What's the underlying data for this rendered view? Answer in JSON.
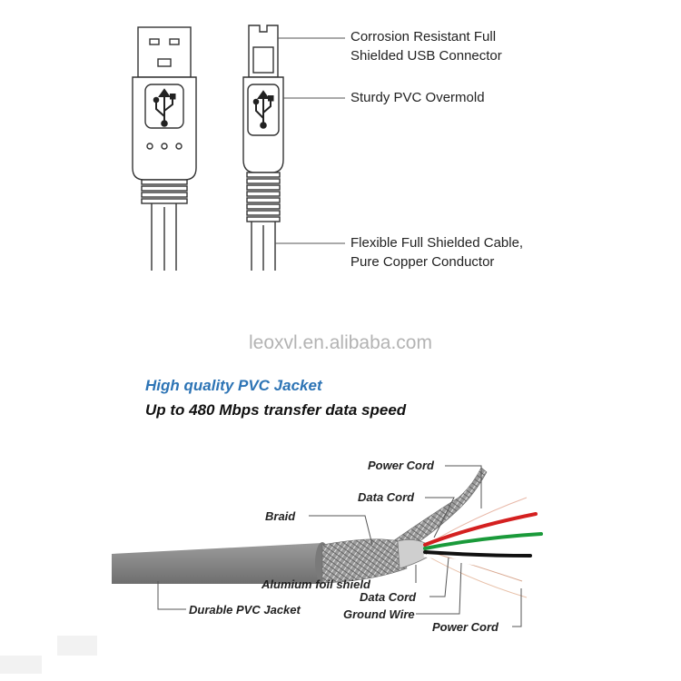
{
  "connector_callouts": {
    "connector_line1": "Corrosion Resistant Full",
    "connector_line2": "Shielded USB Connector",
    "overmold": "Sturdy PVC Overmold",
    "cable_line1": "Flexible Full Shielded Cable,",
    "cable_line2": "Pure Copper Conductor"
  },
  "watermark": "leoxvl.en.alibaba.com",
  "headlines": {
    "jacket": "High quality PVC Jacket",
    "speed": "Up to 480 Mbps transfer data speed"
  },
  "cable_labels": {
    "power_cord_top": "Power Cord",
    "data_cord_top": "Data Cord",
    "braid": "Braid",
    "foil_shield": "Alumium foil shield",
    "data_cord_bottom": "Data Cord",
    "durable_jacket": "Durable PVC Jacket",
    "ground_wire": "Ground Wire",
    "power_cord_bottom": "Power Cord"
  },
  "colors": {
    "headline_blue": "#2d74b5",
    "jacket_gray": "#8a8a8a",
    "wire_red": "#d42020",
    "wire_green": "#1a9a3a",
    "wire_black": "#111111"
  }
}
